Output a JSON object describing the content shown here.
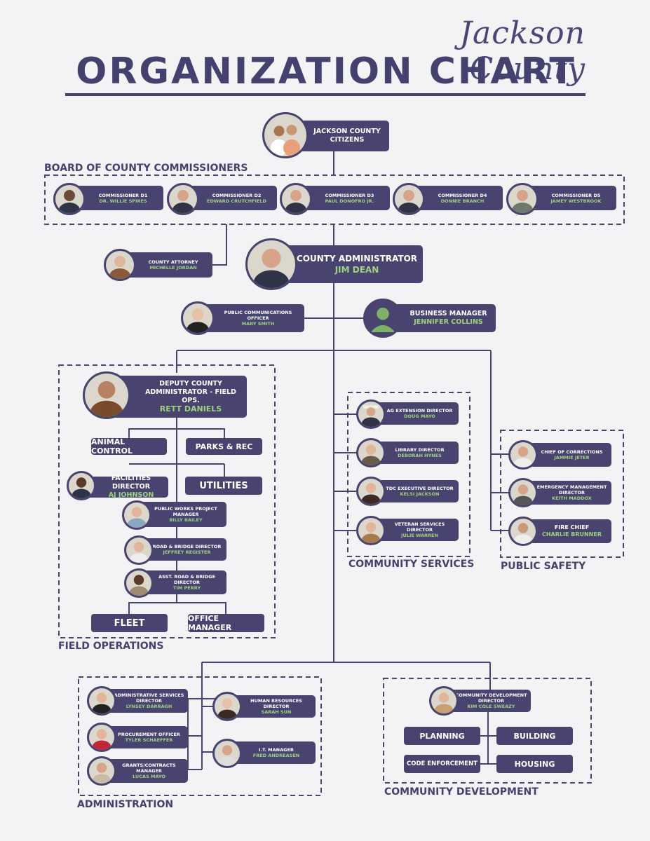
{
  "header": {
    "script_title": "Jackson County",
    "title": "ORGANIZATION CHART"
  },
  "citizens": {
    "title": "JACKSON COUNTY CITIZENS"
  },
  "board": {
    "label": "BOARD OF COUNTY COMMISSIONERS",
    "members": [
      {
        "title": "COMMISSIONER D1",
        "name": "DR. WILLIE SPIRES"
      },
      {
        "title": "COMMISSIONER D2",
        "name": "EDWARD CRUTCHFIELD"
      },
      {
        "title": "COMMISSIONER D3",
        "name": "PAUL DONOFRO JR."
      },
      {
        "title": "COMMISSIONER D4",
        "name": "DONNIE BRANCH"
      },
      {
        "title": "COMMISSIONER D5",
        "name": "JAMEY WESTBROOK"
      }
    ]
  },
  "attorney": {
    "title": "COUNTY ATTORNEY",
    "name": "MICHELLE JORDAN"
  },
  "administrator": {
    "title": "COUNTY ADMINISTRATOR",
    "name": "JIM DEAN"
  },
  "communications": {
    "title": "PUBLIC COMMUNICATIONS OFFICER",
    "name": "MARY SMITH"
  },
  "business": {
    "title": "BUSINESS MANAGER",
    "name": "JENNIFER COLLINS"
  },
  "field_ops": {
    "label": "FIELD OPERATIONS",
    "deputy": {
      "title": "DEPUTY COUNTY ADMINISTRATOR - FIELD OPS.",
      "name": "RETT DANIELS"
    },
    "animal_control": "ANIMAL CONTROL",
    "parks": "PARKS & REC",
    "utilities": "UTILITIES",
    "facilities": {
      "title": "FACILITIES DIRECTOR",
      "name": "AJ JOHNSON"
    },
    "public_works": {
      "title": "PUBLIC WORKS PROJECT MANAGER",
      "name": "BILLY BAILEY"
    },
    "road_bridge": {
      "title": "ROAD & BRIDGE DIRECTOR",
      "name": "JEFFREY REGISTER"
    },
    "asst_road_bridge": {
      "title": "ASST. ROAD & BRIDGE DIRECTOR",
      "name": "TIM PERRY"
    },
    "fleet": "FLEET",
    "office_manager": "OFFICE MANAGER"
  },
  "community_services": {
    "label": "COMMUNITY SERVICES",
    "ag": {
      "title": "AG EXTENSION DIRECTOR",
      "name": "DOUG MAYO"
    },
    "library": {
      "title": "LIBRARY DIRECTOR",
      "name": "DEBORAH HYNES"
    },
    "tdc": {
      "title": "TDC EXECUTIVE DIRECTOR",
      "name": "KELSI JACKSON"
    },
    "veteran": {
      "title": "VETERAN SERVICES DIRECTOR",
      "name": "JULIE WARREN"
    }
  },
  "public_safety": {
    "label": "PUBLIC SAFETY",
    "corrections": {
      "title": "CHIEF OF CORRECTIONS",
      "name": "JAMMIE JETER"
    },
    "emergency": {
      "title": "EMERGENCY MANAGEMENT DIRECTOR",
      "name": "KEITH MADDOX"
    },
    "fire": {
      "title": "FIRE CHIEF",
      "name": "CHARLIE BRUNNER"
    }
  },
  "administration": {
    "label": "ADMINISTRATION",
    "admin_services": {
      "title": "ADMINISTRATIVE SERVICES DIRECTOR",
      "name": "LYNSEY DARRAGH"
    },
    "procurement": {
      "title": "PROCUREMENT OFFICER",
      "name": "TYLER SCHAEFFER"
    },
    "grants": {
      "title": "GRANTS/CONTRACTS MANAGER",
      "name": "LUCAS MAYO"
    },
    "hr": {
      "title": "HUMAN RESOURCES DIRECTOR",
      "name": "SARAH SUN"
    },
    "it": {
      "title": "I.T. MANAGER",
      "name": "FRED ANDREASEN"
    }
  },
  "community_development": {
    "label": "COMMUNITY DEVELOPMENT",
    "director": {
      "title": "COMMUNITY DEVELOPMENT DIRECTOR",
      "name": "KIM COLE SWEAZY"
    },
    "planning": "PLANNING",
    "building": "BUILDING",
    "code_enforcement": "CODE ENFORCEMENT",
    "housing": "HOUSING"
  },
  "colors": {
    "primary": "#48446f",
    "name_accent": "#9fd181",
    "background": "#f3f3f5",
    "photo_bg": "#dcd7cc"
  }
}
